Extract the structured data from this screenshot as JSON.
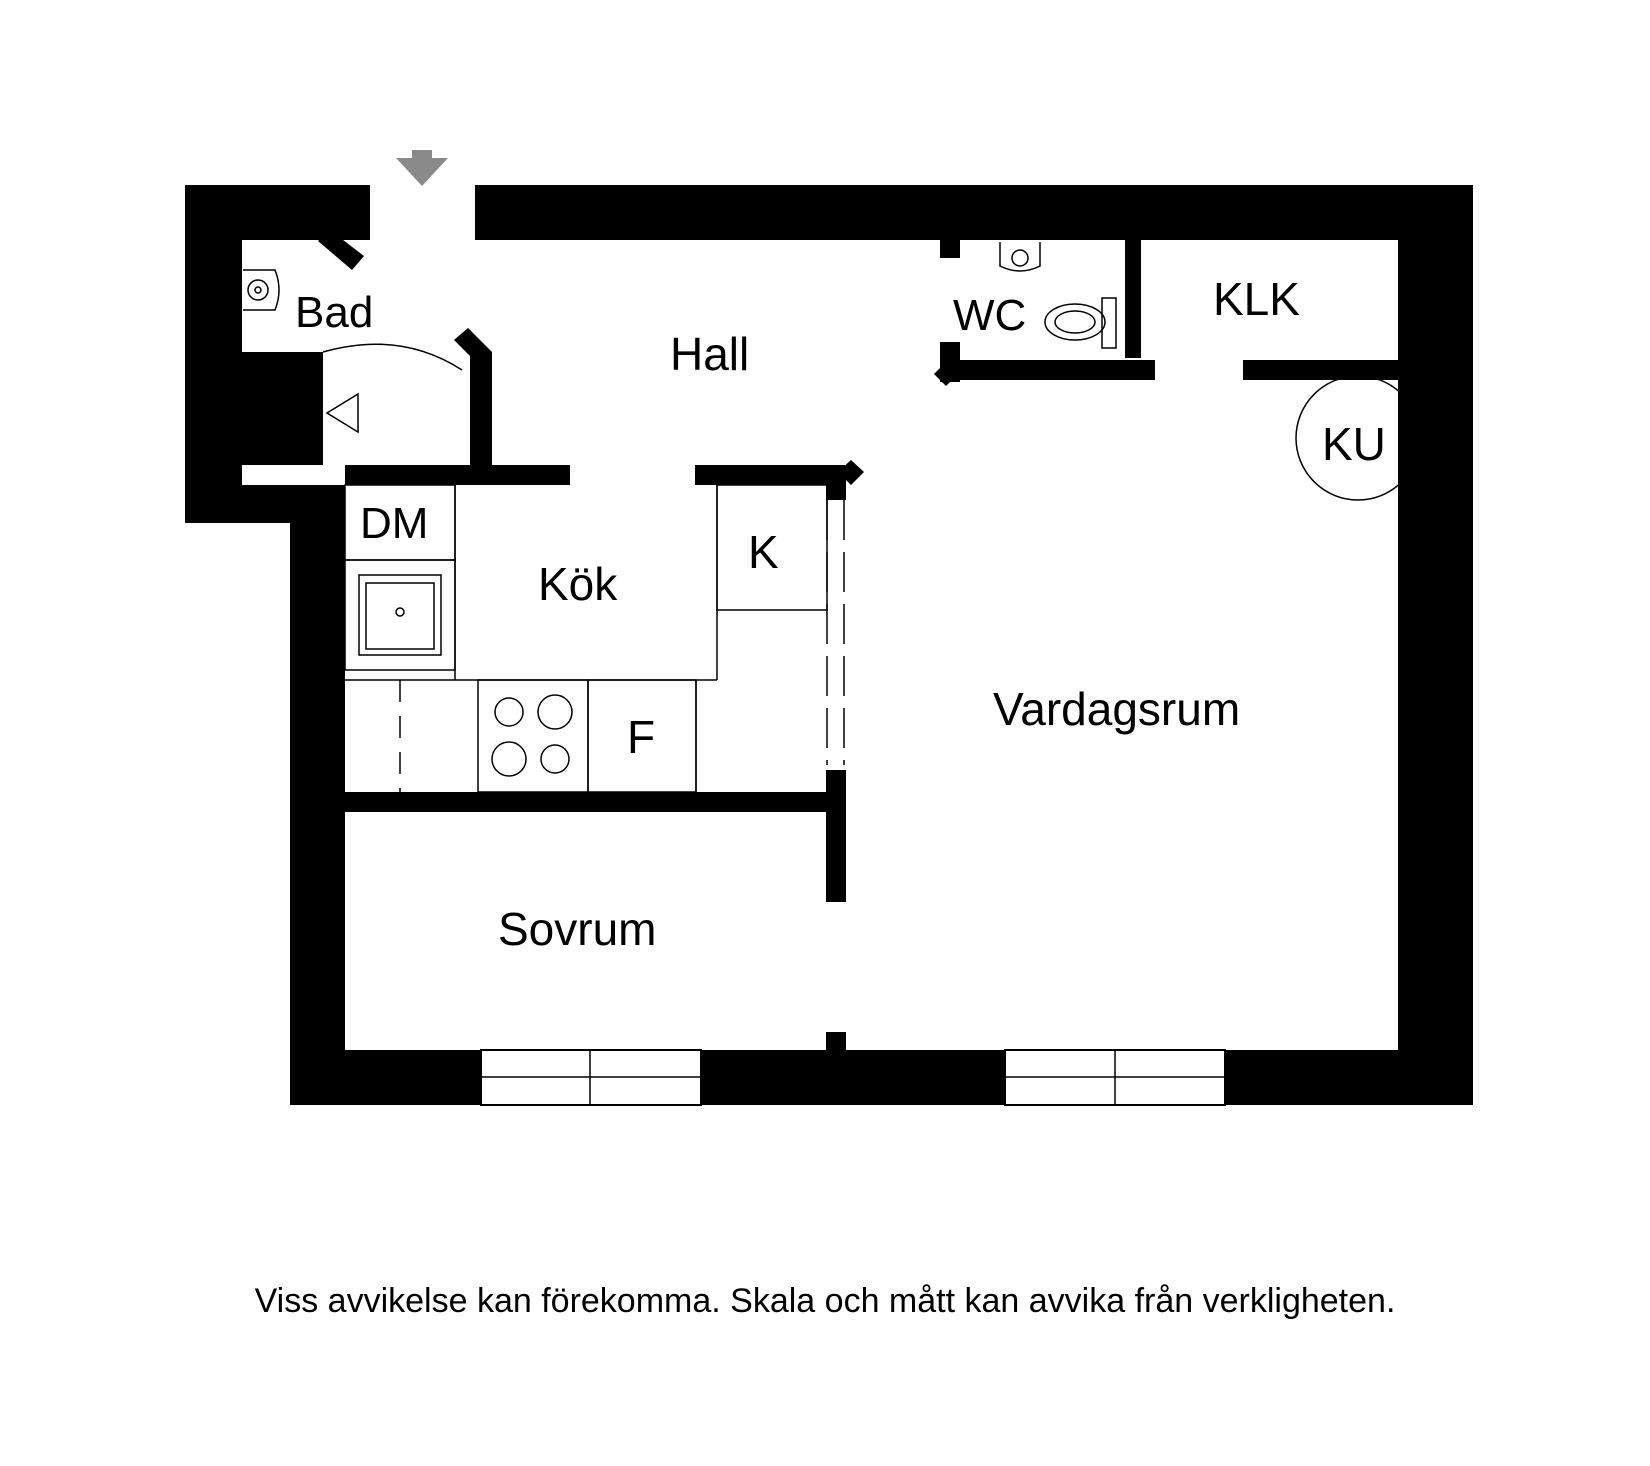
{
  "rooms": {
    "bad": "Bad",
    "hall": "Hall",
    "wc": "WC",
    "klk": "KLK",
    "ku": "KU",
    "dm": "DM",
    "kok": "Kök",
    "k": "K",
    "f": "F",
    "vardagsrum": "Vardagsrum",
    "sovrum": "Sovrum"
  },
  "disclaimer": "Viss avvikelse kan förekomma. Skala och mått kan avvika från verkligheten.",
  "colors": {
    "wall": "#000000",
    "entrance_arrow": "#8a8a8a",
    "background": "#ffffff"
  },
  "icons": [
    "entrance-arrow-icon",
    "toilet-icon",
    "sink-icon",
    "stove-icon",
    "kitchen-sink-icon",
    "door-swing-icon",
    "tap-marker-icon"
  ]
}
